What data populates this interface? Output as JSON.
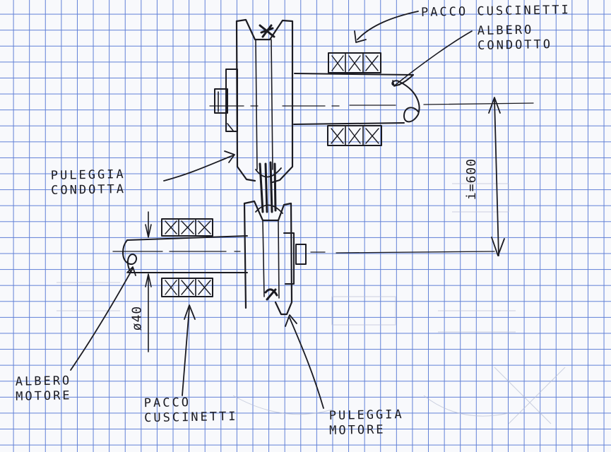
{
  "labels": {
    "driven_bearings": [
      "PACCO CUSCINETTI",
      "ALBERO",
      "CONDOTTO"
    ],
    "driven_pulley": [
      "PULEGGIA",
      "CONDOTTA"
    ],
    "motor_shaft": [
      "ALBERO",
      "MOTORE"
    ],
    "motor_bearings": [
      "PACCO",
      "CUSCINETTI"
    ],
    "motor_pulley": [
      "PULEGGIA",
      "MOTORE"
    ]
  },
  "dimensions": {
    "center_distance": "i=600",
    "shaft_diameter": "ø40"
  },
  "ink_color": "#1b1b22",
  "grid_color": "#5f7fd6"
}
